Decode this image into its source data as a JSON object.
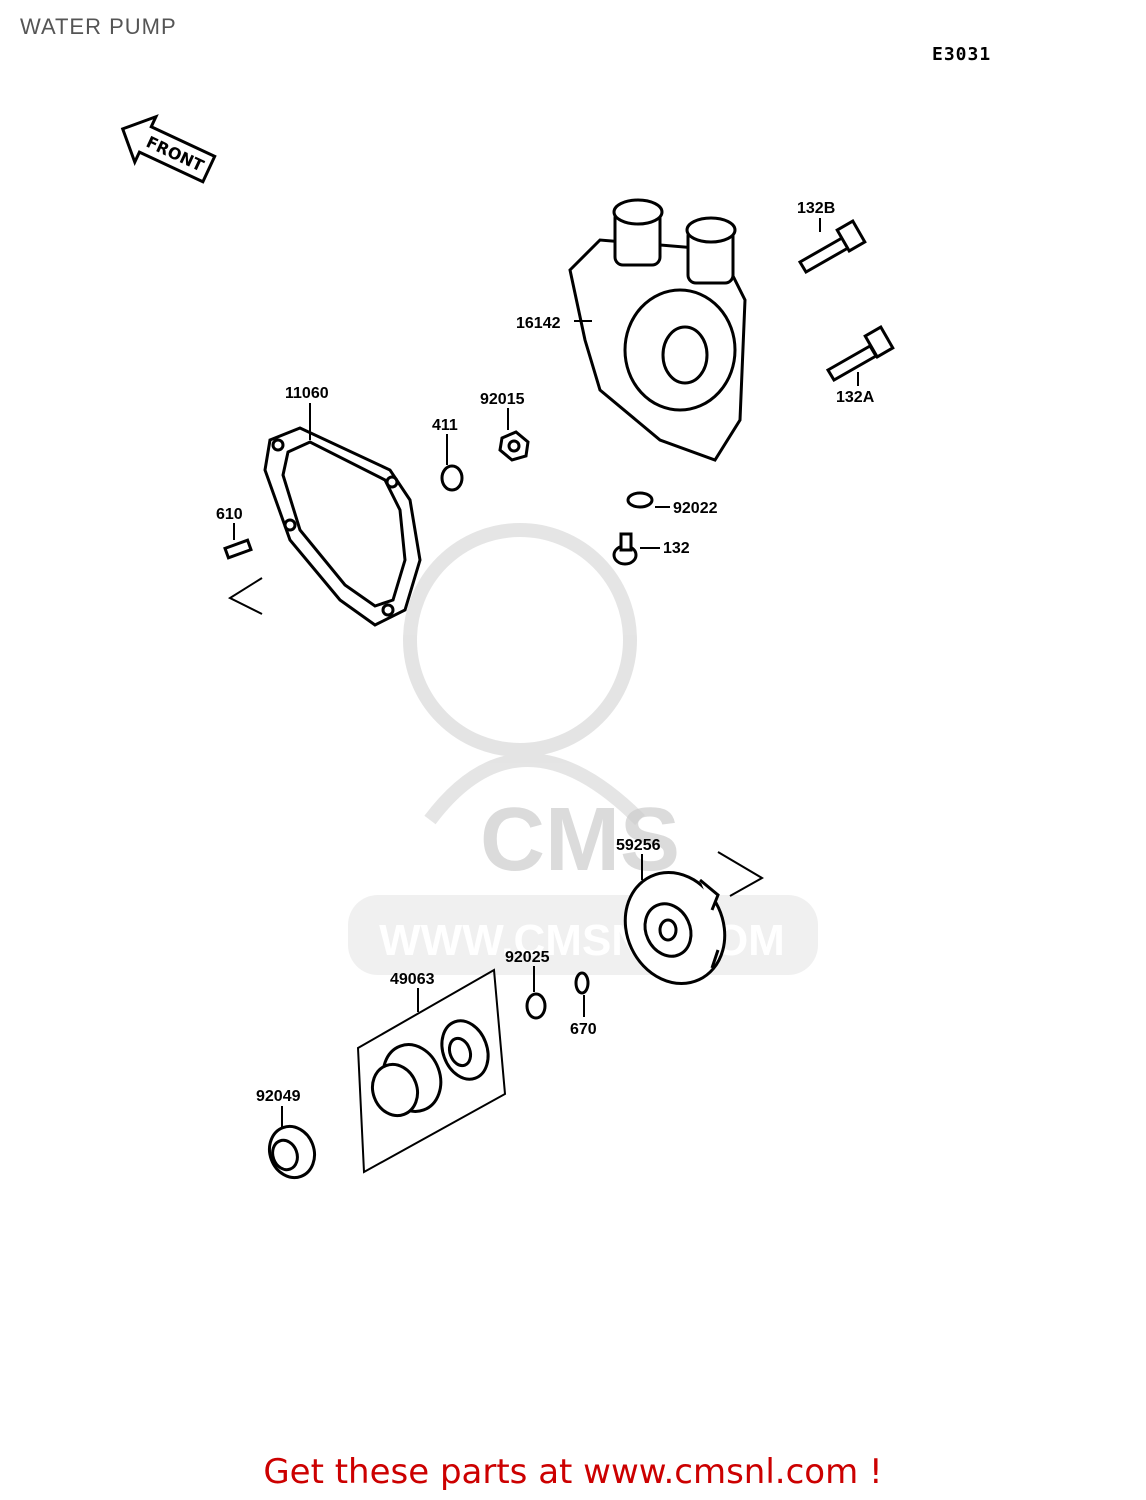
{
  "title": "WATER PUMP",
  "diagram_code": "E3031",
  "front_label": "FRONT",
  "watermark": {
    "brand": "CMS",
    "url": "WWW.CMSNL.COM"
  },
  "parts": {
    "p16142": "16142",
    "p132B": "132B",
    "p132A": "132A",
    "p11060": "11060",
    "p411": "411",
    "p92015": "92015",
    "p92022": "92022",
    "p132": "132",
    "p610": "610",
    "p59256": "59256",
    "p92025": "92025",
    "p49063": "49063",
    "p670": "670",
    "p92049": "92049"
  },
  "footer_text": "Get these parts at www.cmsnl.com !"
}
